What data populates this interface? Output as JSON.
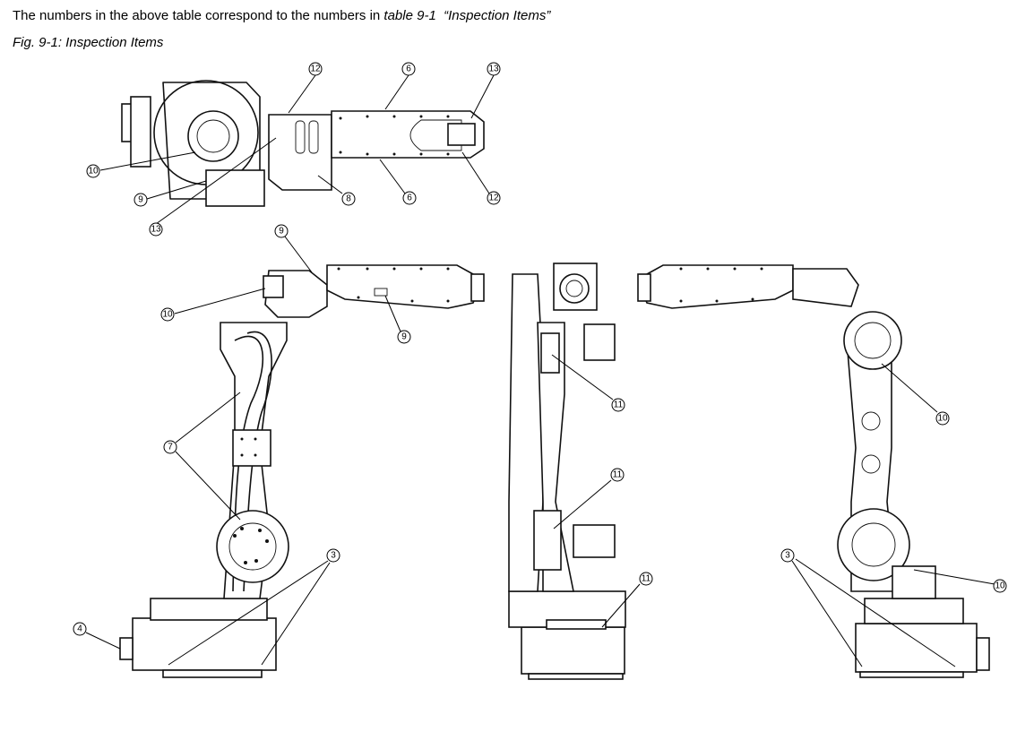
{
  "intro": {
    "prefix": "The numbers in the above table correspond to the numbers in ",
    "table_ref": "table 9-1",
    "table_title": "“Inspection Items”"
  },
  "caption": "Fig. 9-1: Inspection Items",
  "callouts": {
    "top_12": "12",
    "top_6a": "6",
    "top_13a": "13",
    "top_10": "10",
    "top_9": "9",
    "top_13b": "13",
    "top_8": "8",
    "top_6b": "6",
    "top_12b": "12",
    "side_9a": "9",
    "side_10": "10",
    "side_9b": "9",
    "side_7": "7",
    "side_3": "3",
    "side_4": "4",
    "front_11a": "11",
    "front_11b": "11",
    "front_11c": "11",
    "rear_10a": "10",
    "rear_3": "3",
    "rear_10b": "10"
  }
}
